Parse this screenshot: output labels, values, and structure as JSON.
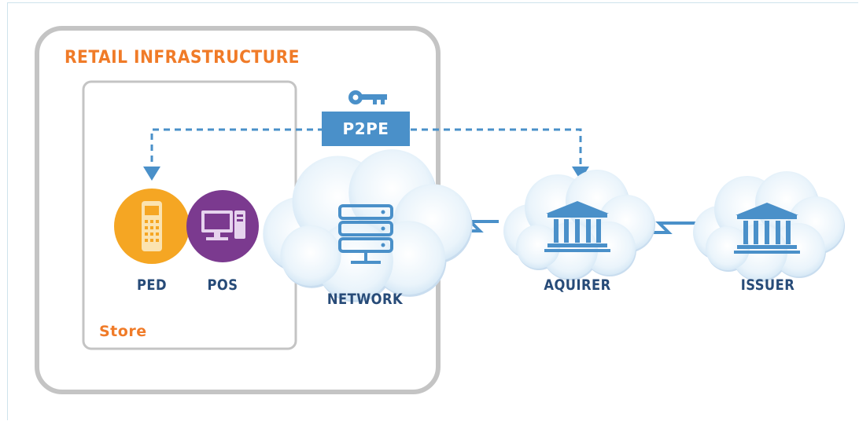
{
  "diagram": {
    "retail_title": "RETAIL INFRASTRUCTURE",
    "store_label": "Store",
    "p2pe_label": "P2PE",
    "nodes": {
      "ped": "PED",
      "pos": "POS",
      "network": "NETWORK",
      "acquirer": "AQUIRER",
      "issuer": "ISSUER"
    },
    "colors": {
      "orange": "#f07b28",
      "ped_circle": "#f5a623",
      "pos_circle": "#7b3a8f",
      "blue": "#4a90c9",
      "label_dark": "#274b78",
      "cloud_fill": "#dceefa",
      "frame_border": "#c8c8c8"
    },
    "icons": [
      "key-icon",
      "card-terminal-icon",
      "computer-icon",
      "server-icon",
      "bank-icon",
      "lightning-link-icon"
    ]
  }
}
